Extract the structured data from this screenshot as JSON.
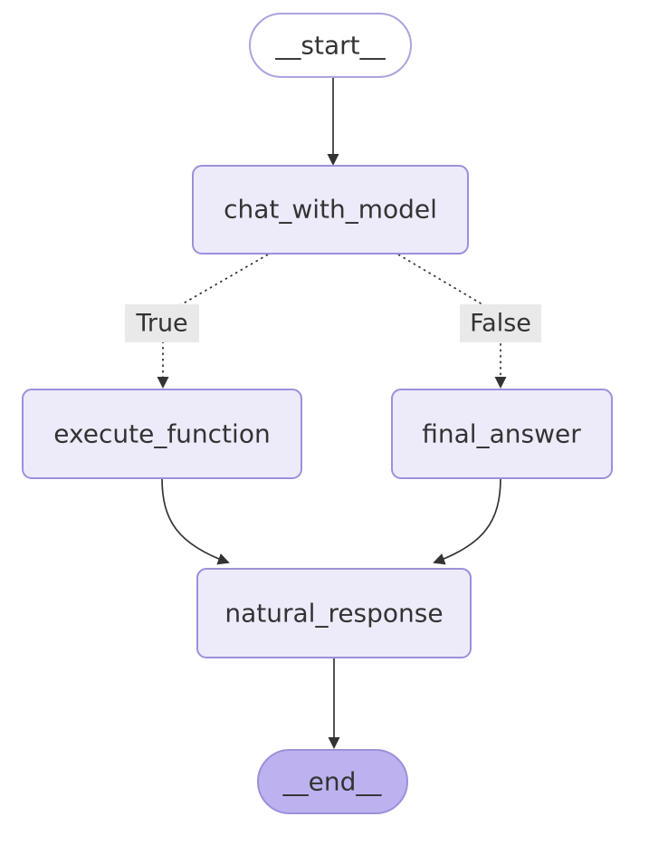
{
  "diagram": {
    "type": "flowchart",
    "direction": "top-down",
    "nodes": [
      {
        "id": "__start__",
        "label": "__start__",
        "shape": "stadium"
      },
      {
        "id": "chat_with_model",
        "label": "chat_with_model",
        "shape": "rounded-rect"
      },
      {
        "id": "execute_function",
        "label": "execute_function",
        "shape": "rounded-rect"
      },
      {
        "id": "final_answer",
        "label": "final_answer",
        "shape": "rounded-rect"
      },
      {
        "id": "natural_response",
        "label": "natural_response",
        "shape": "rounded-rect"
      },
      {
        "id": "__end__",
        "label": "__end__",
        "shape": "stadium"
      }
    ],
    "edges": [
      {
        "from": "__start__",
        "to": "chat_with_model",
        "style": "solid"
      },
      {
        "from": "chat_with_model",
        "to": "execute_function",
        "style": "dotted",
        "label": "True"
      },
      {
        "from": "chat_with_model",
        "to": "final_answer",
        "style": "dotted",
        "label": "False"
      },
      {
        "from": "execute_function",
        "to": "natural_response",
        "style": "solid"
      },
      {
        "from": "final_answer",
        "to": "natural_response",
        "style": "solid"
      },
      {
        "from": "natural_response",
        "to": "__end__",
        "style": "solid"
      }
    ],
    "colors": {
      "background": "#FFFFFF",
      "node_fill": "#EDEBFA",
      "node_border": "#9C90DB",
      "start_fill": "#FFFFFF",
      "start_border": "#ACA4DD",
      "end_fill": "#BDB2EF",
      "end_border": "#9C90DB",
      "edge_label_bg": "#E9E9E9",
      "edge_stroke": "#333333",
      "text": "#333333"
    }
  }
}
